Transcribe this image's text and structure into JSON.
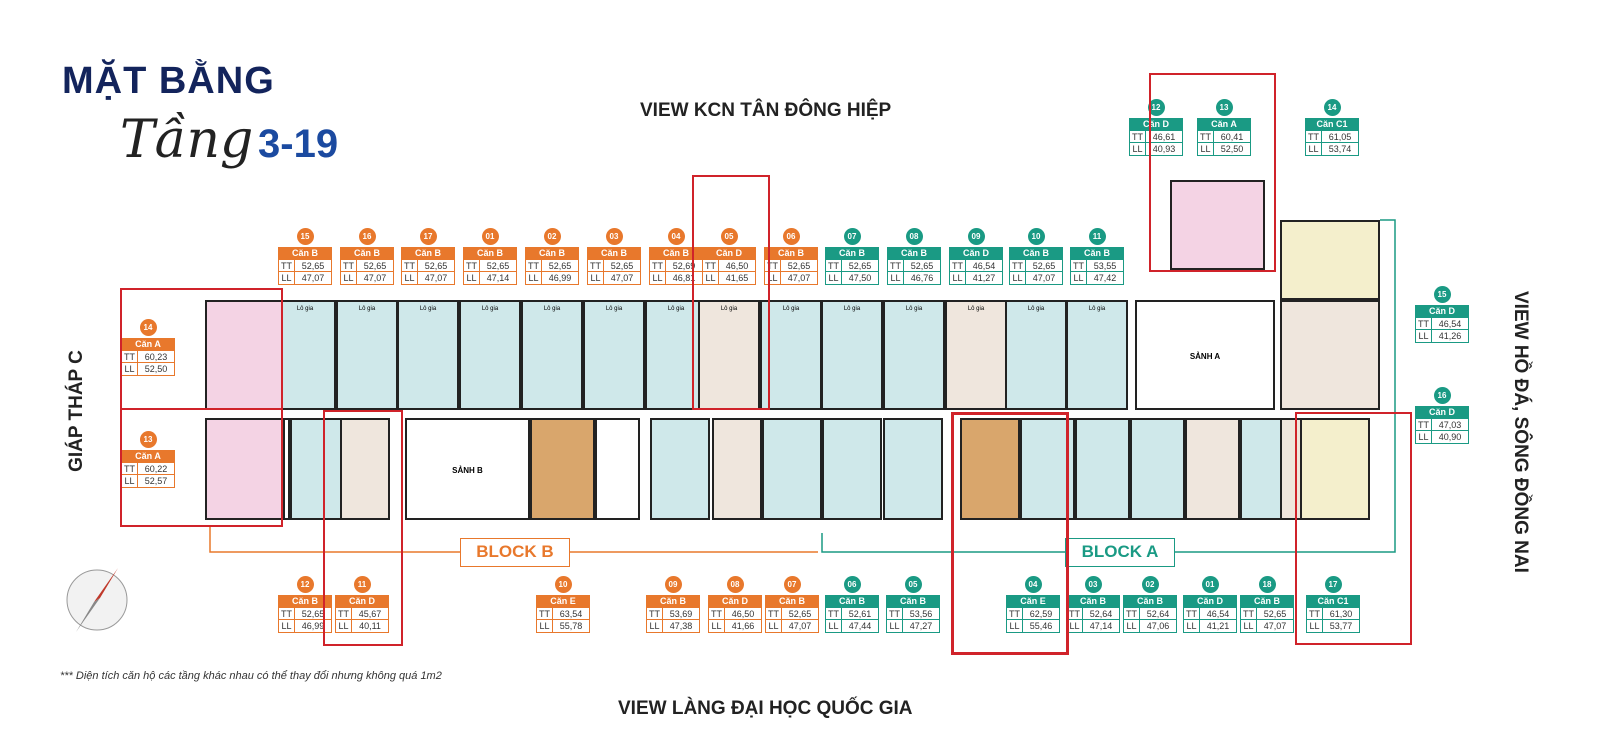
{
  "title": {
    "line1": "MẶT BẰNG",
    "line2": "Tầng",
    "floors": "3-19"
  },
  "views": {
    "top": "VIEW KCN TÂN ĐÔNG HIỆP",
    "bottom": "VIEW LÀNG ĐẠI HỌC QUỐC GIA",
    "left": "GIÁP THÁP C",
    "right": "VIEW HỒ ĐÁ, SÔNG ĐỒNG NAI"
  },
  "blocks": {
    "b": "BLOCK B",
    "a": "BLOCK A"
  },
  "lobbies": {
    "a": "SẢNH A",
    "b": "SẢNH B"
  },
  "loggia_label": "Lô gia",
  "footnote": "*** Diện tích căn hộ các tầng khác nhau có thể thay đổi nhưng không quá 1m2",
  "colors": {
    "block_b": "#e8782c",
    "block_a": "#1a9a84",
    "highlight": "#d0232a"
  },
  "row_labels": {
    "tt": "TT",
    "ll": "LL"
  },
  "units": [
    {
      "no": "15",
      "type": "Căn B",
      "tt": "52,65",
      "ll": "47,07",
      "block": "b"
    },
    {
      "no": "16",
      "type": "Căn B",
      "tt": "52,65",
      "ll": "47,07",
      "block": "b"
    },
    {
      "no": "17",
      "type": "Căn B",
      "tt": "52,65",
      "ll": "47,07",
      "block": "b"
    },
    {
      "no": "01",
      "type": "Căn B",
      "tt": "52,65",
      "ll": "47,14",
      "block": "b"
    },
    {
      "no": "02",
      "type": "Căn B",
      "tt": "52,65",
      "ll": "46,99",
      "block": "b"
    },
    {
      "no": "03",
      "type": "Căn B",
      "tt": "52,65",
      "ll": "47,07",
      "block": "b"
    },
    {
      "no": "04",
      "type": "Căn B",
      "tt": "52,69",
      "ll": "46,81",
      "block": "b"
    },
    {
      "no": "05",
      "type": "Căn D",
      "tt": "46,50",
      "ll": "41,65",
      "block": "b"
    },
    {
      "no": "06",
      "type": "Căn B",
      "tt": "52,65",
      "ll": "47,07",
      "block": "b"
    },
    {
      "no": "07",
      "type": "Căn B",
      "tt": "52,65",
      "ll": "47,50",
      "block": "a"
    },
    {
      "no": "08",
      "type": "Căn B",
      "tt": "52,65",
      "ll": "46,76",
      "block": "a"
    },
    {
      "no": "09",
      "type": "Căn D",
      "tt": "46,54",
      "ll": "41,27",
      "block": "a"
    },
    {
      "no": "10",
      "type": "Căn B",
      "tt": "52,65",
      "ll": "47,07",
      "block": "a"
    },
    {
      "no": "11",
      "type": "Căn B",
      "tt": "53,55",
      "ll": "47,42",
      "block": "a"
    },
    {
      "no": "12",
      "type": "Căn D",
      "tt": "46,61",
      "ll": "40,93",
      "block": "a"
    },
    {
      "no": "13",
      "type": "Căn A",
      "tt": "60,41",
      "ll": "52,50",
      "block": "a"
    },
    {
      "no": "14",
      "type": "Căn C1",
      "tt": "61,05",
      "ll": "53,74",
      "block": "a"
    },
    {
      "no": "15",
      "type": "Căn D",
      "tt": "46,54",
      "ll": "41,26",
      "block": "a"
    },
    {
      "no": "16",
      "type": "Căn D",
      "tt": "47,03",
      "ll": "40,90",
      "block": "a"
    },
    {
      "no": "14",
      "type": "Căn A",
      "tt": "60,23",
      "ll": "52,50",
      "block": "b"
    },
    {
      "no": "13",
      "type": "Căn A",
      "tt": "60,22",
      "ll": "52,57",
      "block": "b"
    },
    {
      "no": "12",
      "type": "Căn B",
      "tt": "52,65",
      "ll": "46,99",
      "block": "b"
    },
    {
      "no": "11",
      "type": "Căn D",
      "tt": "45,67",
      "ll": "40,11",
      "block": "b"
    },
    {
      "no": "10",
      "type": "Căn E",
      "tt": "63,54",
      "ll": "55,78",
      "block": "b"
    },
    {
      "no": "09",
      "type": "Căn B",
      "tt": "53,69",
      "ll": "47,38",
      "block": "b"
    },
    {
      "no": "08",
      "type": "Căn D",
      "tt": "46,50",
      "ll": "41,66",
      "block": "b"
    },
    {
      "no": "07",
      "type": "Căn B",
      "tt": "52,65",
      "ll": "47,07",
      "block": "b"
    },
    {
      "no": "06",
      "type": "Căn B",
      "tt": "52,61",
      "ll": "47,44",
      "block": "a"
    },
    {
      "no": "05",
      "type": "Căn B",
      "tt": "53,56",
      "ll": "47,27",
      "block": "a"
    },
    {
      "no": "04",
      "type": "Căn E",
      "tt": "62,59",
      "ll": "55,46",
      "block": "a"
    },
    {
      "no": "03",
      "type": "Căn B",
      "tt": "52,64",
      "ll": "47,14",
      "block": "a"
    },
    {
      "no": "02",
      "type": "Căn B",
      "tt": "52,64",
      "ll": "47,06",
      "block": "a"
    },
    {
      "no": "01",
      "type": "Căn D",
      "tt": "46,54",
      "ll": "41,21",
      "block": "a"
    },
    {
      "no": "18",
      "type": "Căn B",
      "tt": "52,65",
      "ll": "47,07",
      "block": "a"
    },
    {
      "no": "17",
      "type": "Căn C1",
      "tt": "61,30",
      "ll": "53,77",
      "block": "a"
    }
  ]
}
